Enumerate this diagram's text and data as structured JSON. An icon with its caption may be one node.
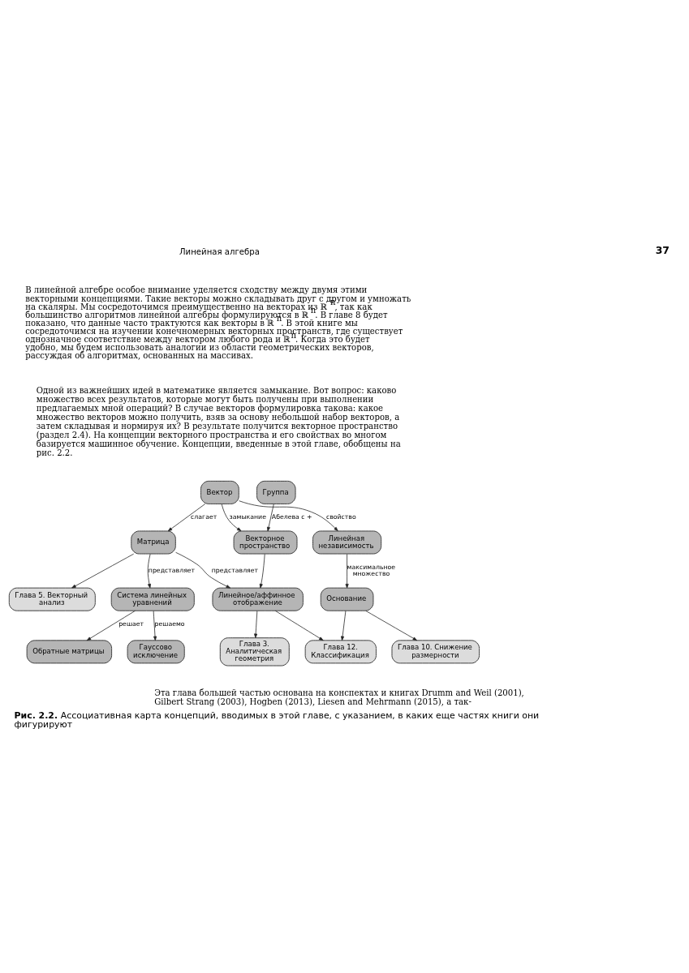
{
  "diagram": {
    "caption": "**Рис. 2.2.** Ассоциативная карта концепций, вводимых в этой главе, с указанием, в каких еще частях книги они фигурируют",
    "nodes": [
      {
        "text": [
          "Вектор"
        ]
      },
      {
        "text": [
          "Глава 5. Векторный анализ"
        ]
      },
      {
        "text": [
          "Матрица"
        ]
      },
      {
        "text": [
          "Векторное пространство"
        ]
      },
      {
        "text": [
          "Группа"
        ]
      },
      {
        "text": [
          "Линейная независимость"
        ]
      },
      {
        "text": [
          "Система линейных уравнений"
        ]
      },
      {
        "text": [
          "Линейное/аффинное отображение"
        ]
      },
      {
        "text": [
          "Основание"
        ]
      },
      {
        "text": [
          "Обратные матрицы"
        ]
      },
      {
        "text": [
          "Гауссово исключение"
        ]
      },
      {
        "text": [
          "Глава 3. Аналитическая геометрия"
        ]
      },
      {
        "text": [
          "Глава 12. Классификация"
        ]
      },
      {
        "text": [
          "Глава 10. Снижение размерности"
        ]
      }
    ],
    "edges": [
      {
        "from": 0,
        "to": 2,
        "arrow": "to",
        "label": "слагает"
      },
      {
        "from": 0,
        "to": 3,
        "arrow": "to",
        "label": "замыкание"
      },
      {
        "from": 0,
        "to": 5,
        "arrow": "to",
        "label": "свойство"
      },
      {
        "from": 2,
        "to": 1,
        "arrow": "to"
      },
      {
        "from": 4,
        "to": 3,
        "arrow": "to",
        "label": "Абелева с +"
      },
      {
        "from": 2,
        "to": 6,
        "arrow": "to",
        "label": "представляет"
      },
      {
        "from": 2,
        "to": 7,
        "arrow": "to",
        "label": "представляет"
      },
      {
        "from": 3,
        "to": 7,
        "arrow": "to"
      },
      {
        "from": 5,
        "to": 8,
        "arrow": "to",
        "label": "максимальное множество"
      },
      {
        "from": 6,
        "to": 10,
        "arrow": "to",
        "label": "решаемо"
      },
      {
        "from": 6,
        "to": 9,
        "arrow": "to",
        "label": "решает"
      },
      {
        "from": 7,
        "to": 11,
        "arrow": "to"
      },
      {
        "from": 7,
        "to": 12,
        "arrow": "to"
      },
      {
        "from": 8,
        "to": 12,
        "arrow": "to"
      },
      {
        "from": 8,
        "to": 13,
        "arrow": "to"
      }
    ],
    "labels": [
      "Линейная алгебра",
      "37",
      "В линейной алгебре особое внимание уделяется сходству между двумя этими векторными концепциями. Такие векторы можно складывать друг с другом и умножать на скаляры. Мы сосредоточимся преимущественно на векторах из ℝ$^{n}$, так как большинство алгоритмов линейной алгебры формулируются в ℝ$^{n}$. В главе 8 будет показано, что данные часто трактуются как векторы в ℝ$^{n}$. В этой книге мы сосредоточимся на изучении конечномерных векторных пространств, где существует однозначное соответствие между вектором любого рода и ℝ$^{n}$. Когда это будет удобно, мы будем использовать аналогии из области геометрических векторов, рассуждая об алгоритмах, основанных на массивах.",
      "Одной из важнейших идей в математике является замыкание. Вот вопрос: каково множество всех результатов, которые могут быть получены при выполнении предлагаемых мной операций? В случае векторов формулировка такова: какое множество векторов можно получить, взяв за основу небольшой набор векторов, а затем складывая и нормируя их? В результате получится векторное пространство (раздел 2.4). На концепции векторного пространства и его свойствах во многом базируется машинное обучение. Концепции, введенные в этой главе, обобщены на рис. 2.2.",
      "Эта глава большей частью основана на конспектах и книгах Drumm and Weil (2001), Gilbert Strang (2003), Hogben (2013), Liesen and Mehrmann (2015), а так-"
    ]
  }
}
